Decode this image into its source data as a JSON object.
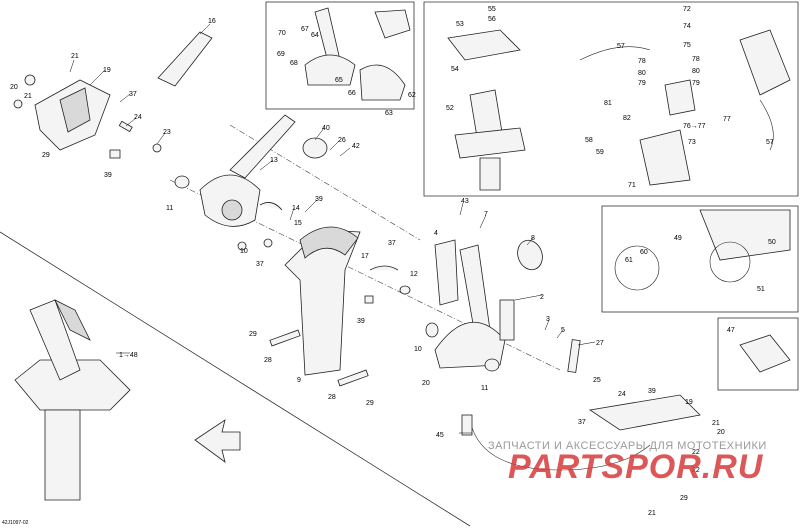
{
  "callouts": {
    "c16": "16",
    "c21a": "21",
    "c19a": "19",
    "c20a": "20",
    "c21b": "21",
    "c37a": "37",
    "c24a": "24",
    "c23": "23",
    "c29a": "29",
    "c39a": "39",
    "c13": "13",
    "c40": "40",
    "c26": "26",
    "c42": "42",
    "c11a": "11",
    "c14": "14",
    "c39b": "39",
    "c15": "15",
    "c10a": "10",
    "c37b": "37",
    "c37c": "37",
    "c17": "17",
    "c12": "12",
    "c39c": "39",
    "c29b": "29",
    "c28a": "28",
    "c9": "9",
    "c28b": "28",
    "c29c": "29",
    "c43": "43",
    "c7": "7",
    "c4": "4",
    "c8": "8",
    "c2": "2",
    "c3": "3",
    "c5": "5",
    "c27": "27",
    "c10b": "10",
    "c20b": "20",
    "c11b": "11",
    "c1_48": "1→48",
    "c45": "45",
    "c25": "25",
    "c24b": "24",
    "c39d": "39",
    "c19b": "19",
    "c21c": "21",
    "c37d": "37",
    "c20c": "20",
    "c22a": "22",
    "c22b": "22",
    "c29d": "29",
    "c21d": "21",
    "c70": "70",
    "c67": "67",
    "c64": "64",
    "c69": "69",
    "c68": "68",
    "c65": "65",
    "c66": "66",
    "c62": "62",
    "c63": "63",
    "c53": "53",
    "c55": "55",
    "c56": "56",
    "c54": "54",
    "c52": "52",
    "c72": "72",
    "c74": "74",
    "c75": "75",
    "c57a": "57",
    "c78a": "78",
    "c80a": "80",
    "c79a": "79",
    "c78b": "78",
    "c80b": "80",
    "c79b": "79",
    "c81": "81",
    "c82": "82",
    "c76_77": "76→77",
    "c77": "77",
    "c58": "58",
    "c59": "59",
    "c73": "73",
    "c71": "71",
    "c57b": "57",
    "c49": "49",
    "c60": "60",
    "c61": "61",
    "c50": "50",
    "c51": "51",
    "c47": "47"
  },
  "watermark": {
    "text": "ЗАПЧАСТИ И АКСЕССУАРЫ ДЛЯ МОТОТЕХНИКИ",
    "logo": "PARTSPOR.RU",
    "color": "#d63a3a"
  },
  "figure_ref": "42J1097-02"
}
